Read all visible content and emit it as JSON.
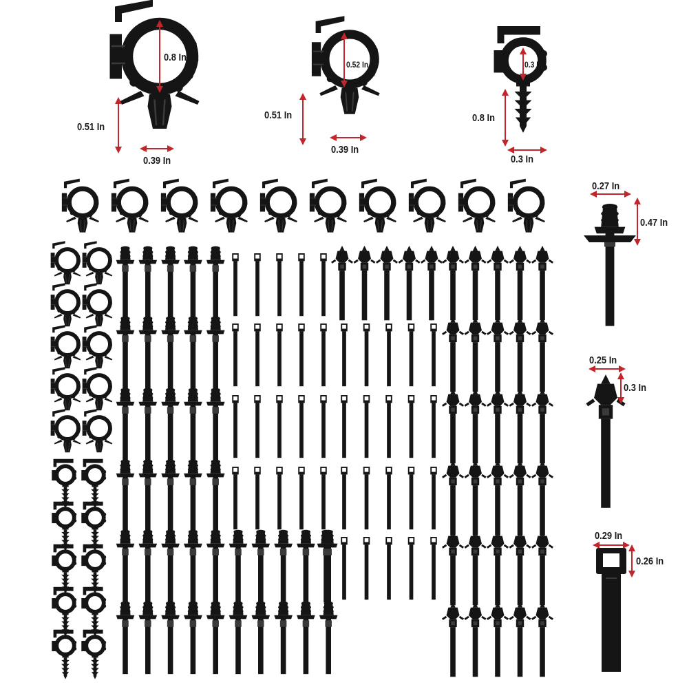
{
  "colors": {
    "background": "#ffffff",
    "part": "#151515",
    "part_highlight": "#3a3a3a",
    "dimension_arrow": "#c0262b",
    "label_text": "#1a1a1a"
  },
  "labels": {
    "large_clip_ring": "0.8 In",
    "large_clip_height": "0.51 In",
    "large_clip_width": "0.39 In",
    "medium_clip_ring": "0.52 In",
    "medium_clip_height": "0.51 In",
    "medium_clip_width": "0.39 In",
    "small_clip_ring": "0.3 In",
    "small_clip_height": "0.8 In",
    "small_clip_width": "0.3 In",
    "push_tie_head_width": "0.27 In",
    "push_tie_head_height": "0.47 In",
    "arrow_tie_head_width": "0.25 In",
    "arrow_tie_head_height": "0.3 In",
    "cable_tie_head_width": "0.29 In",
    "cable_tie_head_height": "0.26 In"
  },
  "icons": {
    "large_clip": "loom-clip-large-icon",
    "medium_clip": "loom-clip-medium-icon",
    "small_clip": "loom-clip-small-screw-icon",
    "push_tie": "push-mount-tie-icon",
    "arrow_tie": "arrow-head-tie-icon",
    "cable_tie": "cable-tie-icon"
  }
}
